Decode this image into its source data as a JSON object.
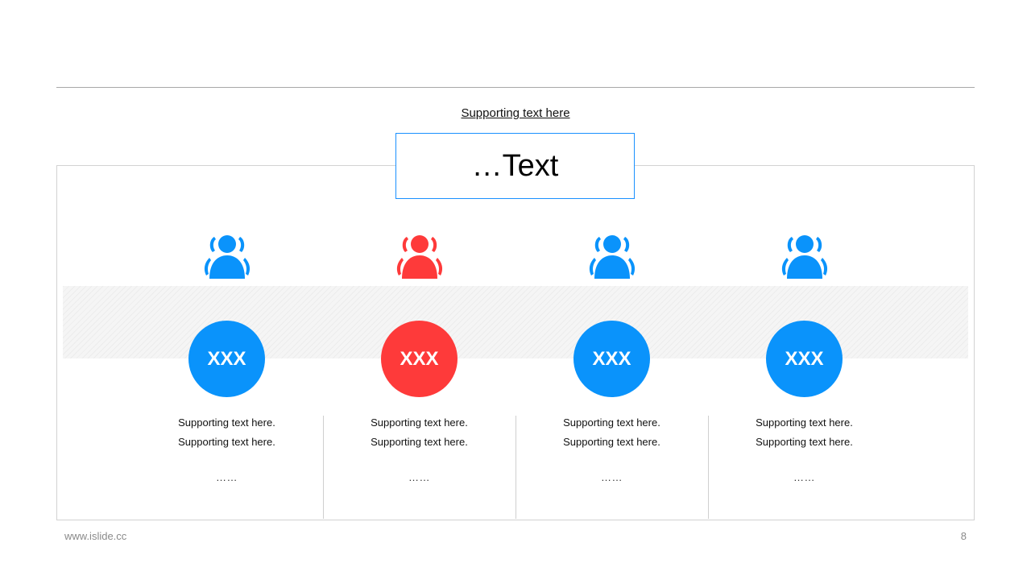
{
  "slide": {
    "subtitle": "Supporting text here",
    "title": "…Text",
    "footer_left": "www.islide.cc",
    "page_number": "8"
  },
  "colors": {
    "blue": "#0a93fb",
    "red": "#fe3a3a",
    "accent_border": "#1a90ff"
  },
  "columns": [
    {
      "label": "XXX",
      "color": "blue",
      "icon": "person-group-icon",
      "lines": [
        "Supporting  text here.",
        "Supporting  text here."
      ],
      "ellipsis": "……"
    },
    {
      "label": "XXX",
      "color": "red",
      "icon": "person-group-icon",
      "lines": [
        "Supporting  text here.",
        "Supporting  text here."
      ],
      "ellipsis": "……"
    },
    {
      "label": "XXX",
      "color": "blue",
      "icon": "person-group-icon",
      "lines": [
        "Supporting  text here.",
        "Supporting  text here."
      ],
      "ellipsis": "……"
    },
    {
      "label": "XXX",
      "color": "blue",
      "icon": "person-group-icon",
      "lines": [
        "Supporting  text here.",
        "Supporting  text here."
      ],
      "ellipsis": "……"
    }
  ]
}
